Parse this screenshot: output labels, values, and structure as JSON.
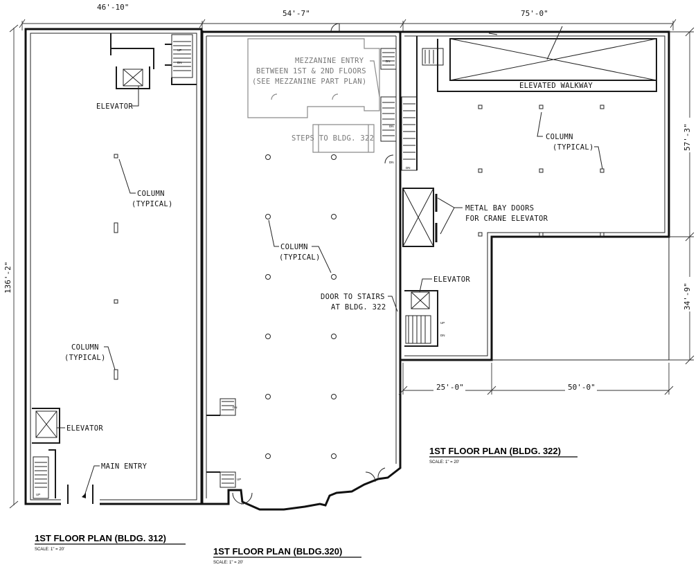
{
  "dimensions": {
    "bldg312_width": "46'-10\"",
    "bldg320_width": "54'-7\"",
    "bldg322_width": "75'-0\"",
    "overall_height": "136'-2\"",
    "right_upper": "57'-3\"",
    "right_lower": "34'-9\"",
    "bottom_left": "25'-0\"",
    "bottom_right": "50'-0\""
  },
  "labels": {
    "elevator_312_upper": "ELEVATOR",
    "column_312_upper_1": "COLUMN",
    "column_312_upper_2": "(TYPICAL)",
    "column_312_lower_1": "COLUMN",
    "column_312_lower_2": "(TYPICAL)",
    "elevator_312_lower": "ELEVATOR",
    "main_entry": "MAIN ENTRY",
    "mezzanine_1": "MEZZANINE ENTRY",
    "mezzanine_2": "BETWEEN 1ST & 2ND FLOORS",
    "mezzanine_3": "(SEE MEZZANINE PART PLAN)",
    "steps": "STEPS TO BLDG. 322",
    "column_320_1": "COLUMN",
    "column_320_2": "(TYPICAL)",
    "door_stairs_1": "DOOR TO STAIRS",
    "door_stairs_2": "AT BLDG. 322",
    "elevated_walkway": "ELEVATED WALKWAY",
    "column_322_1": "COLUMN",
    "column_322_2": "(TYPICAL)",
    "bay_doors_1": "METAL BAY DOORS",
    "bay_doors_2": "FOR CRANE ELEVATOR",
    "elevator_322": "ELEVATOR",
    "up": "UP",
    "dn": "DN"
  },
  "titles": {
    "bldg322": "1ST FLOOR PLAN (BLDG. 322)",
    "bldg312": "1ST FLOOR PLAN (BLDG. 312)",
    "bldg320": "1ST FLOOR PLAN (BLDG.320)",
    "scale": "SCALE: 1\" = 20'"
  }
}
